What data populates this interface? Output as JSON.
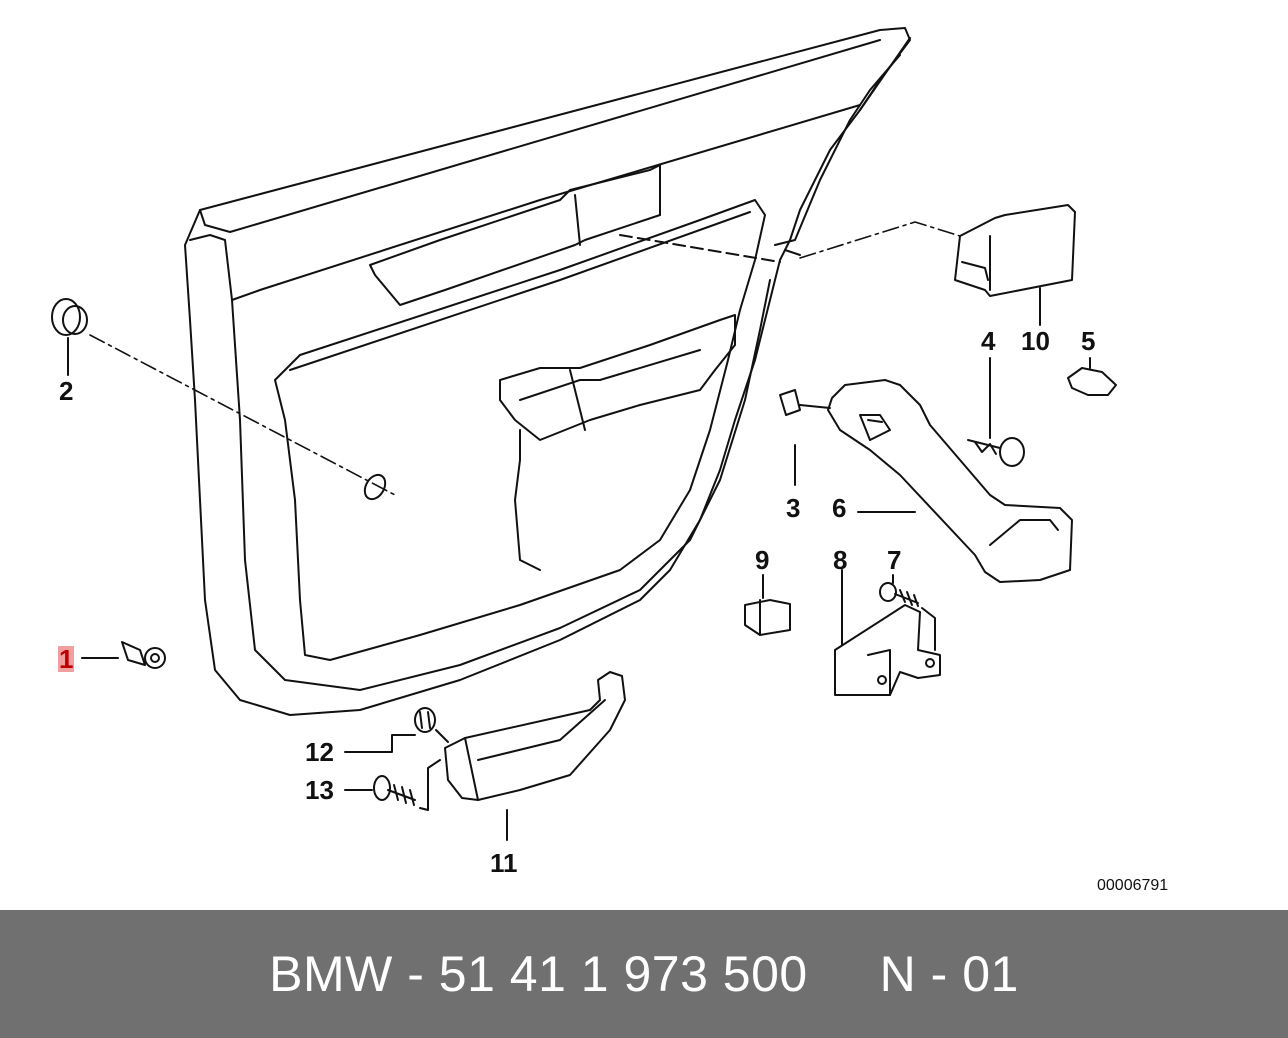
{
  "diagram": {
    "drawing_id": "00006791",
    "callouts": [
      {
        "id": "1",
        "label": "1",
        "highlighted": true
      },
      {
        "id": "2",
        "label": "2"
      },
      {
        "id": "3",
        "label": "3"
      },
      {
        "id": "4",
        "label": "4"
      },
      {
        "id": "5",
        "label": "5"
      },
      {
        "id": "6",
        "label": "6"
      },
      {
        "id": "7",
        "label": "7"
      },
      {
        "id": "8",
        "label": "8"
      },
      {
        "id": "9",
        "label": "9"
      },
      {
        "id": "10",
        "label": "10"
      },
      {
        "id": "11",
        "label": "11"
      },
      {
        "id": "12",
        "label": "12"
      },
      {
        "id": "13",
        "label": "13"
      }
    ],
    "highlight_color": "#f0a0a0"
  },
  "footer": {
    "text": "BMW - 51 41 1 973 500     N - 01",
    "background_color": "#707070"
  }
}
